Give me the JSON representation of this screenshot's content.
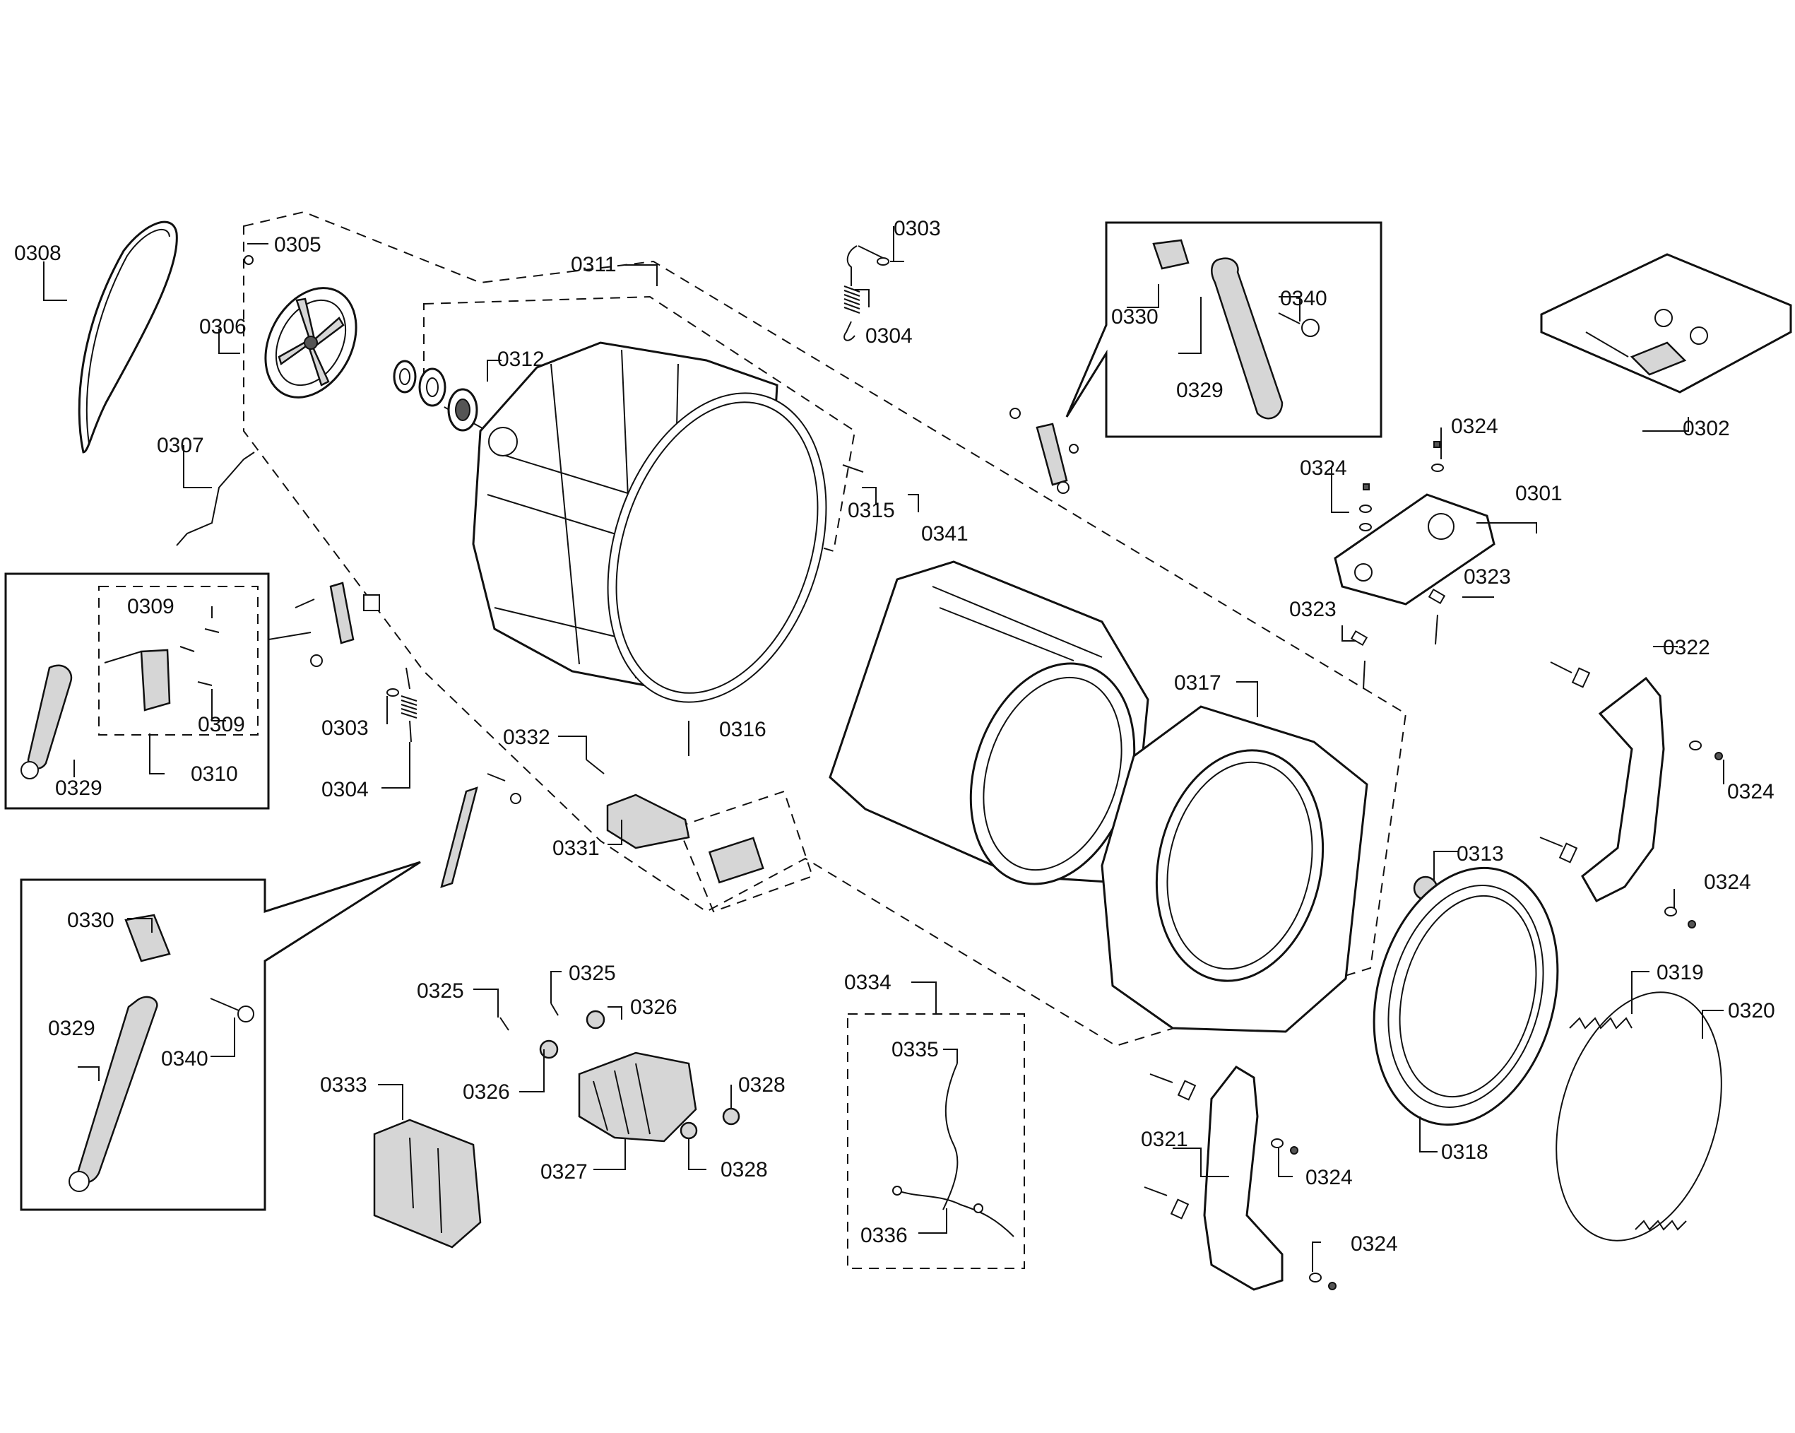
{
  "parts": {
    "p0301": "0301",
    "p0302": "0302",
    "p0303a": "0303",
    "p0303b": "0303",
    "p0304a": "0304",
    "p0304b": "0304",
    "p0305": "0305",
    "p0306": "0306",
    "p0307": "0307",
    "p0308": "0308",
    "p0309a": "0309",
    "p0309b": "0309",
    "p0310": "0310",
    "p0311": "0311",
    "p0312": "0312",
    "p0313": "0313",
    "p0315": "0315",
    "p0316": "0316",
    "p0317": "0317",
    "p0318": "0318",
    "p0319": "0319",
    "p0320": "0320",
    "p0321": "0321",
    "p0322": "0322",
    "p0323a": "0323",
    "p0323b": "0323",
    "p0324a": "0324",
    "p0324b": "0324",
    "p0324c": "0324",
    "p0324d": "0324",
    "p0324e": "0324",
    "p0324f": "0324",
    "p0325a": "0325",
    "p0325b": "0325",
    "p0326a": "0326",
    "p0326b": "0326",
    "p0327": "0327",
    "p0328a": "0328",
    "p0328b": "0328",
    "p0329a": "0329",
    "p0329b": "0329",
    "p0329c": "0329",
    "p0330a": "0330",
    "p0330b": "0330",
    "p0331": "0331",
    "p0332": "0332",
    "p0333": "0333",
    "p0334": "0334",
    "p0335": "0335",
    "p0336": "0336",
    "p0340a": "0340",
    "p0340b": "0340",
    "p0341": "0341"
  }
}
